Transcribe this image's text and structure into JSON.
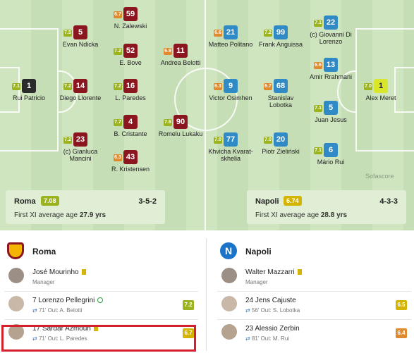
{
  "pitch": {
    "branding": "Sofascore",
    "players": [
      {
        "id": "roma-gk",
        "num": "1",
        "name": "Rui Patricio",
        "rating": "7.1",
        "team": "gk-roma"
      },
      {
        "id": "roma-5",
        "num": "5",
        "name": "Evan Ndicka",
        "rating": "7.5",
        "team": "roma"
      },
      {
        "id": "roma-14",
        "num": "14",
        "name": "Diego Llorente",
        "rating": "7.2",
        "team": "roma"
      },
      {
        "id": "roma-23",
        "num": "23",
        "name": "(c) Gianluca Mancini",
        "rating": "7.2",
        "team": "roma"
      },
      {
        "id": "roma-59",
        "num": "59",
        "name": "N. Zalewski",
        "rating": "6.7",
        "team": "roma"
      },
      {
        "id": "roma-52",
        "num": "52",
        "name": "E. Bove",
        "rating": "7.2",
        "team": "roma"
      },
      {
        "id": "roma-16",
        "num": "16",
        "name": "L. Paredes",
        "rating": "7.2",
        "team": "roma"
      },
      {
        "id": "roma-4",
        "num": "4",
        "name": "B. Cristante",
        "rating": "7.7",
        "team": "roma"
      },
      {
        "id": "roma-43",
        "num": "43",
        "name": "R. Kristensen",
        "rating": "6.3",
        "team": "roma"
      },
      {
        "id": "roma-11",
        "num": "11",
        "name": "Andrea Belotti",
        "rating": "6.9",
        "team": "roma"
      },
      {
        "id": "roma-90",
        "num": "90",
        "name": "Romelu Lukaku",
        "rating": "7.6",
        "team": "roma"
      },
      {
        "id": "nap-21",
        "num": "21",
        "name": "Matteo Politano",
        "rating": "6.6",
        "team": "napoli"
      },
      {
        "id": "nap-9",
        "num": "9",
        "name": "Victor Osimhen",
        "rating": "6.3",
        "team": "napoli"
      },
      {
        "id": "nap-77",
        "num": "77",
        "name": "Khvicha Kvarat-skhelia",
        "rating": "7.0",
        "team": "napoli"
      },
      {
        "id": "nap-99",
        "num": "99",
        "name": "Frank Anguissa",
        "rating": "7.2",
        "team": "napoli"
      },
      {
        "id": "nap-68",
        "num": "68",
        "name": "Stanislav Lobotka",
        "rating": "6.7",
        "team": "napoli"
      },
      {
        "id": "nap-20",
        "num": "20",
        "name": "Piotr Zieliński",
        "rating": "7.0",
        "team": "napoli"
      },
      {
        "id": "nap-22",
        "num": "22",
        "name": "(c) Giovanni Di Lorenzo",
        "rating": "7.1",
        "team": "napoli"
      },
      {
        "id": "nap-13",
        "num": "13",
        "name": "Amir Rrahmani",
        "rating": "6.6",
        "team": "napoli"
      },
      {
        "id": "nap-5",
        "num": "5",
        "name": "Juan Jesus",
        "rating": "7.1",
        "team": "napoli"
      },
      {
        "id": "nap-6",
        "num": "6",
        "name": "Mário Rui",
        "rating": "7.1",
        "team": "napoli"
      },
      {
        "id": "nap-gk",
        "num": "1",
        "name": "Alex Meret",
        "rating": "7.0",
        "team": "gk-napoli"
      }
    ],
    "home": {
      "name": "Roma",
      "rating": "7.08",
      "formation": "3-5-2",
      "age_label": "First XI average age",
      "age": "27.9 yrs"
    },
    "away": {
      "name": "Napoli",
      "rating": "6.74",
      "formation": "4-3-3",
      "age_label": "First XI average age",
      "age": "28.8 yrs"
    }
  },
  "lineups": {
    "roma": {
      "title": "Roma",
      "manager": {
        "name": "José Mourinho",
        "role": "Manager"
      },
      "subs": [
        {
          "line": "7 Lorenzo Pellegrini",
          "detail": "71' Out: A. Belotti",
          "rating": "7.2"
        },
        {
          "line": "17 Sardar Azmoun",
          "detail": "71' Out: L. Paredes",
          "rating": "6.7"
        }
      ]
    },
    "napoli": {
      "title": "Napoli",
      "manager": {
        "name": "Walter Mazzarri",
        "role": "Manager"
      },
      "subs": [
        {
          "line": "24 Jens Cajuste",
          "detail": "56' Out: S. Lobotka",
          "rating": "6.5"
        },
        {
          "line": "23 Alessio Zerbin",
          "detail": "81' Out: M. Rui",
          "rating": "6.4"
        }
      ]
    }
  }
}
